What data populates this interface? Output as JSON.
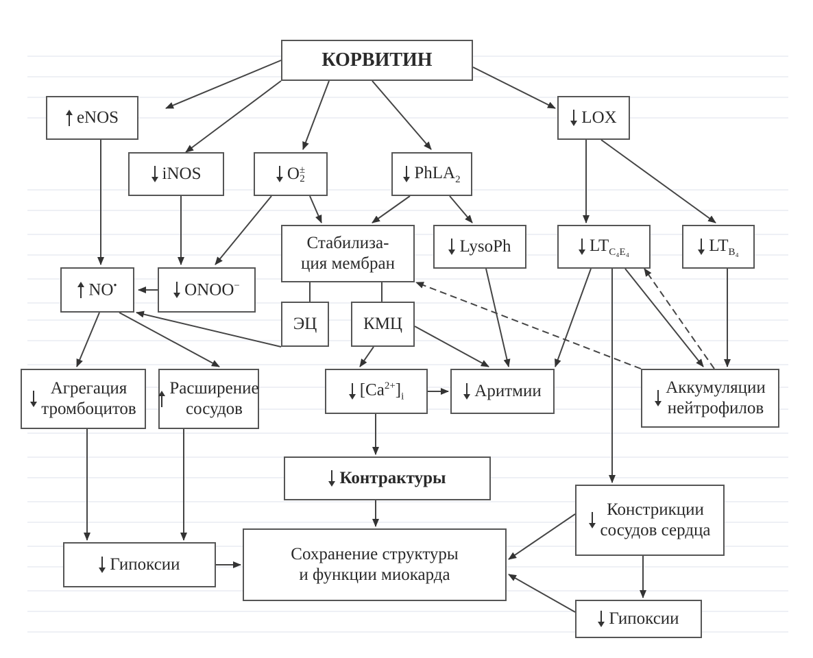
{
  "diagram": {
    "root": {
      "label": "КОРВИТИН"
    },
    "nodes": {
      "enos": {
        "direction": "up",
        "label": "eNOS"
      },
      "lox": {
        "direction": "down",
        "label": "LOX"
      },
      "inos": {
        "direction": "down",
        "label": "iNOS"
      },
      "o2": {
        "direction": "down",
        "label": "O",
        "sub": "2",
        "sup": "±"
      },
      "phla2": {
        "direction": "down",
        "label": "PhLA",
        "sub": "2"
      },
      "membrane": {
        "line1": "Стабилиза-",
        "line2": "ция мембран"
      },
      "lysoph": {
        "direction": "down",
        "label": "LysoPh"
      },
      "ltc4e4": {
        "direction": "down",
        "label": "LT",
        "sub": "C₄E₄"
      },
      "ltb4": {
        "direction": "down",
        "label": "LT",
        "sub": "B₄"
      },
      "no": {
        "direction": "up",
        "label": "NO",
        "sup": "•"
      },
      "onoo": {
        "direction": "down",
        "label": "ONOO",
        "sup": "−"
      },
      "ec": {
        "label": "ЭЦ"
      },
      "kmc": {
        "label": "КМЦ"
      },
      "aggregation": {
        "direction": "down",
        "line1": "Агрегация",
        "line2": "тромбоцитов"
      },
      "dilation": {
        "direction": "up",
        "line1": "Расширение",
        "line2": "сосудов"
      },
      "calcium": {
        "direction": "down",
        "label": "[Ca",
        "sup": "2+",
        "tail": "]",
        "sub": "i"
      },
      "arrhythmia": {
        "direction": "down",
        "label": "Аритмии"
      },
      "neutrophils": {
        "direction": "down",
        "line1": "Аккумуляции",
        "line2": "нейтрофилов"
      },
      "contractures": {
        "direction": "down",
        "label": "Контрактуры"
      },
      "constriction": {
        "direction": "down",
        "line1": "Констрикции",
        "line2": "сосудов сердца"
      },
      "hypoxia_left": {
        "direction": "down",
        "label": "Гипоксии"
      },
      "preservation": {
        "line1": "Сохранение структуры",
        "line2": "и функции миокарда"
      },
      "hypoxia_right": {
        "direction": "down",
        "label": "Гипоксии"
      }
    },
    "edges": [
      {
        "from": "root",
        "to": "enos",
        "style": "solid"
      },
      {
        "from": "root",
        "to": "inos",
        "style": "solid"
      },
      {
        "from": "root",
        "to": "o2",
        "style": "solid"
      },
      {
        "from": "root",
        "to": "phla2",
        "style": "solid"
      },
      {
        "from": "root",
        "to": "lox",
        "style": "solid"
      },
      {
        "from": "enos",
        "to": "no",
        "style": "solid"
      },
      {
        "from": "inos",
        "to": "onoo",
        "style": "solid"
      },
      {
        "from": "o2",
        "to": "onoo",
        "style": "solid"
      },
      {
        "from": "o2",
        "to": "membrane",
        "style": "solid"
      },
      {
        "from": "phla2",
        "to": "membrane",
        "style": "solid"
      },
      {
        "from": "phla2",
        "to": "lysoph",
        "style": "solid"
      },
      {
        "from": "lox",
        "to": "ltc4e4",
        "style": "solid"
      },
      {
        "from": "lox",
        "to": "ltb4",
        "style": "solid"
      },
      {
        "from": "onoo",
        "to": "no",
        "style": "solid"
      },
      {
        "from": "membrane",
        "to": "ec",
        "style": "line"
      },
      {
        "from": "membrane",
        "to": "kmc",
        "style": "line"
      },
      {
        "from": "ec",
        "to": "no",
        "style": "solid"
      },
      {
        "from": "no",
        "to": "aggregation",
        "style": "solid"
      },
      {
        "from": "no",
        "to": "dilation",
        "style": "solid"
      },
      {
        "from": "kmc",
        "to": "calcium",
        "style": "solid"
      },
      {
        "from": "kmc",
        "to": "arrhythmia",
        "style": "solid"
      },
      {
        "from": "lysoph",
        "to": "arrhythmia",
        "style": "solid"
      },
      {
        "from": "ltc4e4",
        "to": "arrhythmia",
        "style": "solid"
      },
      {
        "from": "ltc4e4",
        "to": "neutrophils",
        "style": "solid"
      },
      {
        "from": "neutrophils",
        "to": "ltc4e4",
        "style": "dashed"
      },
      {
        "from": "ltb4",
        "to": "neutrophils",
        "style": "solid"
      },
      {
        "from": "neutrophils",
        "to": "membrane",
        "style": "dashed"
      },
      {
        "from": "ltc4e4",
        "to": "constriction",
        "style": "solid"
      },
      {
        "from": "calcium",
        "to": "arrhythmia",
        "style": "solid"
      },
      {
        "from": "calcium",
        "to": "contractures",
        "style": "solid"
      },
      {
        "from": "contractures",
        "to": "preservation",
        "style": "solid"
      },
      {
        "from": "aggregation",
        "to": "hypoxia_left",
        "style": "solid"
      },
      {
        "from": "dilation",
        "to": "hypoxia_left",
        "style": "solid"
      },
      {
        "from": "hypoxia_left",
        "to": "preservation",
        "style": "solid"
      },
      {
        "from": "constriction",
        "to": "preservation",
        "style": "solid"
      },
      {
        "from": "constriction",
        "to": "hypoxia_right",
        "style": "solid"
      },
      {
        "from": "hypoxia_right",
        "to": "preservation",
        "style": "solid"
      }
    ]
  }
}
